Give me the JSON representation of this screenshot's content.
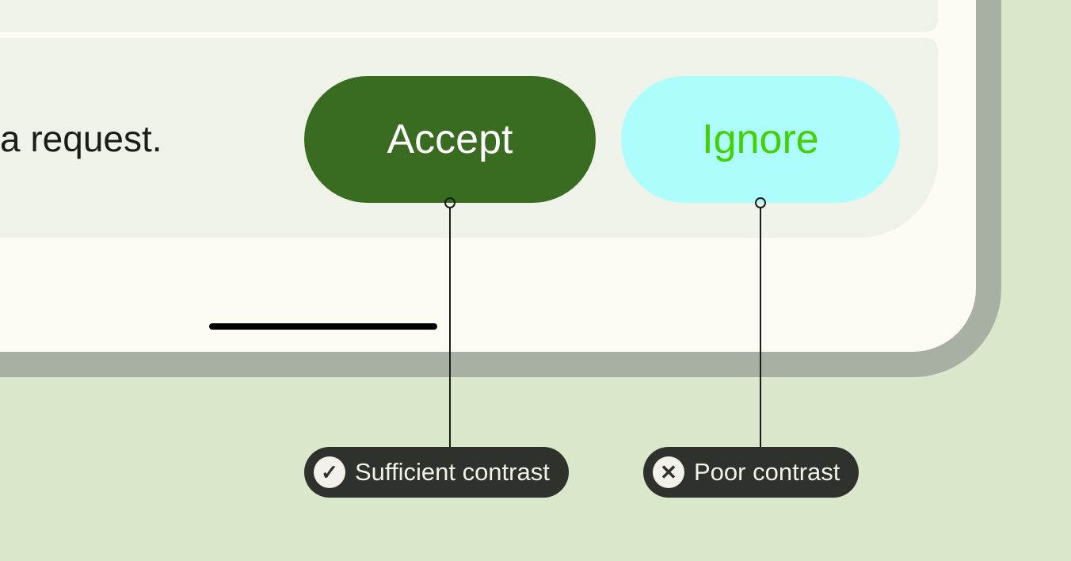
{
  "dialog": {
    "message": "a request.",
    "accept_label": "Accept",
    "ignore_label": "Ignore"
  },
  "annotations": [
    {
      "label": "Sufficient contrast",
      "icon": "check-icon",
      "glyph": "✓"
    },
    {
      "label": "Poor contrast",
      "icon": "close-icon",
      "glyph": "✕"
    }
  ],
  "colors": {
    "accept_bg": "#396b20",
    "accept_text": "#ffffff",
    "ignore_bg": "#adfdfd",
    "ignore_text": "#43d000"
  }
}
